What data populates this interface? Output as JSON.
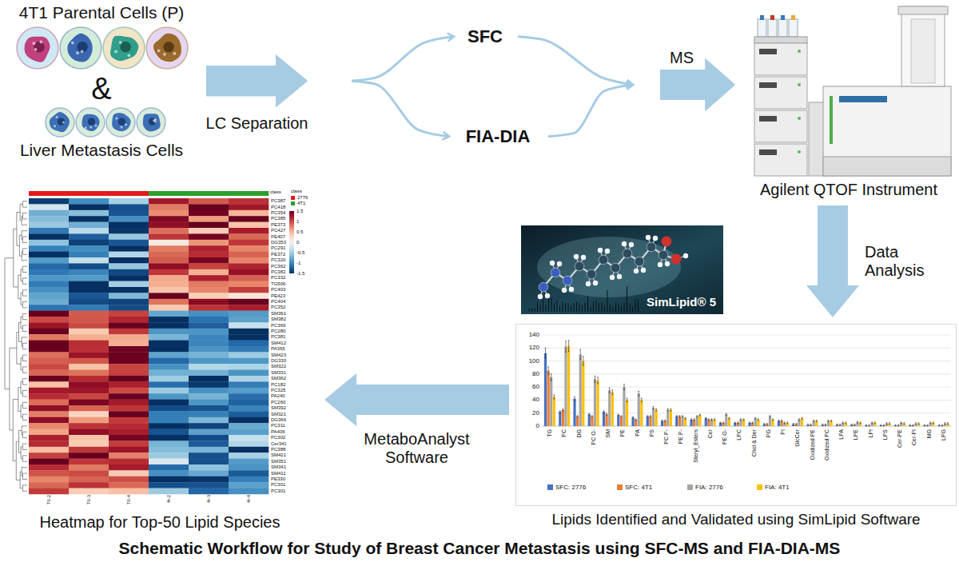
{
  "diagram": {
    "title": "Schematic Workflow for Study of Breast Cancer Metastasis using SFC-MS and FIA-DIA-MS",
    "nodes": [
      {
        "text": [
          "4T1 Parental Cells (P)",
          "&",
          "Liver Metastasis Cells"
        ]
      },
      {
        "text": [
          "SFC"
        ]
      },
      {
        "text": [
          "FIA-DIA"
        ]
      },
      {
        "text": [
          "Agilent QTOF Instrument"
        ]
      },
      {
        "text": [
          "SimLipid® 5"
        ]
      },
      {
        "text": [
          "Lipids Identified and Validated using SimLipid Software"
        ]
      },
      {
        "text": [
          "Heatmap for Top-50 Lipid Species"
        ]
      }
    ],
    "edges": [
      {
        "from": 0,
        "to": 1,
        "arrow": "to",
        "label": "LC Separation"
      },
      {
        "from": 0,
        "to": 2,
        "arrow": "to"
      },
      {
        "from": 1,
        "to": 3,
        "arrow": "to",
        "label": "MS"
      },
      {
        "from": 2,
        "to": 3,
        "arrow": "to"
      },
      {
        "from": 3,
        "to": 5,
        "arrow": "to",
        "label": "Data Analysis"
      },
      {
        "from": 5,
        "to": 6,
        "arrow": "to",
        "label": "MetaboAnalyst Software"
      }
    ],
    "labels": [
      "0",
      "20",
      "40",
      "60",
      "80",
      "100",
      "120",
      "140",
      "TG",
      "PC",
      "DG",
      "PC O-",
      "SM",
      "PE",
      "PA",
      "PS",
      "PC P-",
      "PE P-",
      "Steryl_Esters",
      "Cer",
      "PE O-",
      "LPC",
      "Chol & Der",
      "PG",
      "PI",
      "GlcCer",
      "Oxidized PE",
      "Oxidized PC",
      "LPA",
      "LPE",
      "LPI",
      "LPS",
      "Cer-PE",
      "Cer-PI",
      "MG",
      "LPG",
      "class",
      "class",
      "1.5",
      "1",
      "0.5",
      "0",
      "-0.5",
      "-1",
      "-1.5",
      "PC387",
      "PC418",
      "PC354",
      "PC385",
      "PE373",
      "PC427",
      "PE407",
      "DG353",
      "PC291",
      "PE372",
      "PC320",
      "PC362",
      "PC382",
      "PC332",
      "TG506",
      "PC403",
      "PE423",
      "PC404",
      "PC352",
      "SM361",
      "SM382",
      "PC369",
      "PC280",
      "PC381",
      "SM412",
      "PA365",
      "SM423",
      "DG330",
      "SM322",
      "SM331",
      "SM362",
      "PC182",
      "PC325",
      "PA240",
      "PC260",
      "SM392",
      "SM321",
      "DG366",
      "PC311",
      "PA406",
      "PC302",
      "Cer341",
      "PC388",
      "SM421",
      "SM351",
      "SM341",
      "SM411",
      "PE330",
      "PC301",
      "PC301",
      "T6-2",
      "T6-3",
      "T6-4",
      "4t-2",
      "4t-3",
      "4t-4"
    ],
    "legend": [
      {
        "text": "SFC: 2776",
        "color": "#4472c4"
      },
      {
        "text": "SFC: 4T1",
        "color": "#ed7d31"
      },
      {
        "text": "FIA: 2776",
        "color": "#a5a5a5"
      },
      {
        "text": "FIA: 4T1",
        "color": "#ffc000"
      },
      {
        "text": "2776",
        "color": "#e41a1c"
      },
      {
        "text": "4T1",
        "color": "#2ca02c"
      }
    ]
  }
}
